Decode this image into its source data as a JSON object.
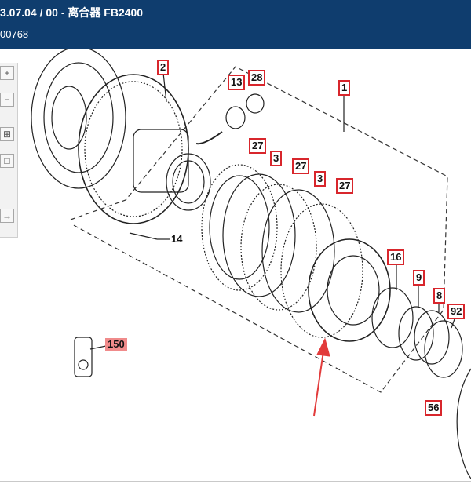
{
  "header": {
    "title": "3.07.04 / 00 - 离合器 FB2400",
    "subtitle": "00768"
  },
  "toolbar": {
    "zoom_in": "+",
    "zoom_out": "−",
    "grid": "⊞",
    "fit": "□",
    "next": "→"
  },
  "diagram": {
    "callouts": {
      "c1": "1",
      "c2": "2",
      "c13": "13",
      "c28": "28",
      "c27a": "27",
      "c3a": "3",
      "c27b": "27",
      "c3b": "3",
      "c27c": "27",
      "c14": "14",
      "c16": "16",
      "c9": "9",
      "c8": "8",
      "c92": "92",
      "c150": "150",
      "c56": "56"
    }
  }
}
